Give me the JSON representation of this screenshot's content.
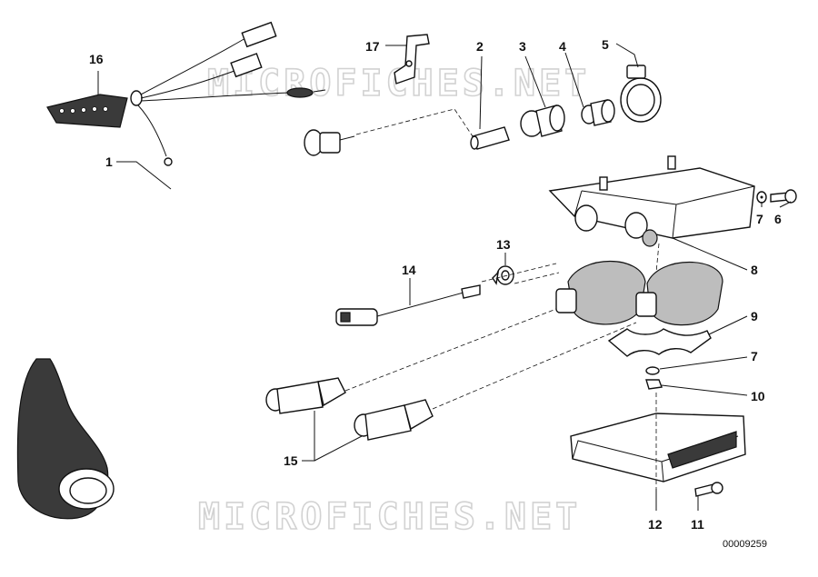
{
  "watermark": {
    "top": "MICROFICHES.NET",
    "bottom": "MICROFICHES.NET"
  },
  "reference_number": "00009259",
  "callouts": [
    {
      "id": "1",
      "label": "1"
    },
    {
      "id": "2",
      "label": "2"
    },
    {
      "id": "3",
      "label": "3"
    },
    {
      "id": "4",
      "label": "4"
    },
    {
      "id": "5",
      "label": "5"
    },
    {
      "id": "6",
      "label": "6"
    },
    {
      "id": "7a",
      "label": "7"
    },
    {
      "id": "7b",
      "label": "7"
    },
    {
      "id": "8",
      "label": "8"
    },
    {
      "id": "9",
      "label": "9"
    },
    {
      "id": "10",
      "label": "10"
    },
    {
      "id": "11",
      "label": "11"
    },
    {
      "id": "12",
      "label": "12"
    },
    {
      "id": "13",
      "label": "13"
    },
    {
      "id": "14",
      "label": "14"
    },
    {
      "id": "15",
      "label": "15"
    },
    {
      "id": "16",
      "label": "16"
    },
    {
      "id": "17",
      "label": "17"
    }
  ]
}
